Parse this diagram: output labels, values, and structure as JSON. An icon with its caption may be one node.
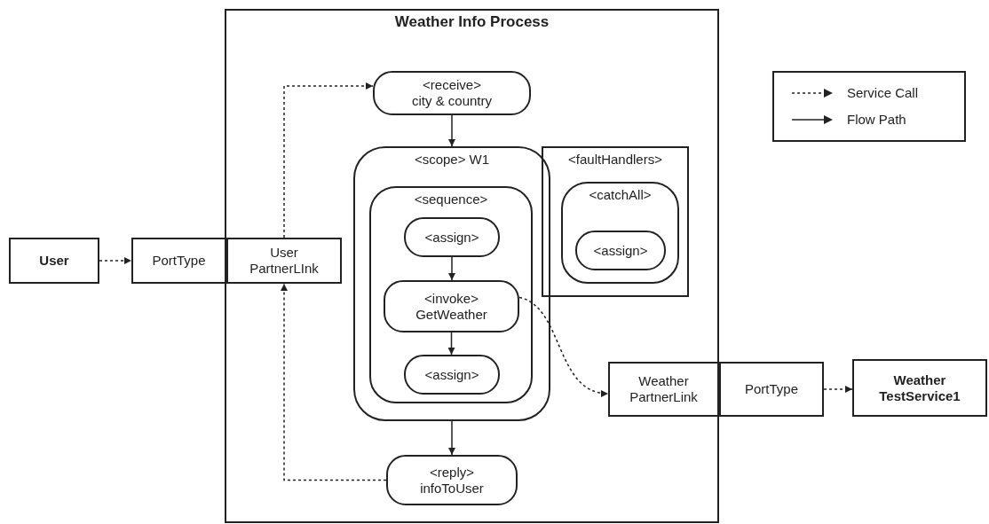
{
  "diagram": {
    "nodes": [
      {
        "text": [
          "Weather Info Process"
        ]
      },
      {
        "text": [
          "<receive>",
          "city & country"
        ],
        "in": 0
      },
      {
        "text": [
          "<scope> W1"
        ],
        "in": 0
      },
      {
        "text": [
          "<sequence>"
        ],
        "in": 2
      },
      {
        "text": [
          "<assign>"
        ],
        "in": 3
      },
      {
        "text": [
          "<invoke>",
          "GetWeather"
        ],
        "in": 3
      },
      {
        "text": [
          "<assign>"
        ],
        "in": 3
      },
      {
        "text": [
          "<faultHandlers>"
        ],
        "in": 0
      },
      {
        "text": [
          "<catchAll>"
        ],
        "in": 7
      },
      {
        "text": [
          "<assign>"
        ],
        "in": 8
      },
      {
        "text": [
          "<reply>",
          "infoToUser"
        ],
        "in": 0
      },
      {
        "text": [
          "User"
        ]
      },
      {
        "text": [
          "PortType"
        ]
      },
      {
        "text": [
          "User PartnerLInk"
        ],
        "in": 0
      },
      {
        "text": [
          "Weather PartnerLink"
        ],
        "in": 0
      },
      {
        "text": [
          "PortType"
        ]
      },
      {
        "text": [
          "Weather TestService1"
        ]
      }
    ],
    "edges": [
      {
        "from": 11,
        "to": 12,
        "arrow": "to",
        "style": "dashed"
      },
      {
        "from": 13,
        "to": 1,
        "arrow": "to",
        "style": "dashed"
      },
      {
        "from": 1,
        "to": 2,
        "arrow": "to"
      },
      {
        "from": 4,
        "to": 5,
        "arrow": "to"
      },
      {
        "from": 5,
        "to": 6,
        "arrow": "to"
      },
      {
        "from": 2,
        "to": 10,
        "arrow": "to"
      },
      {
        "from": 10,
        "to": 13,
        "arrow": "to",
        "style": "dashed"
      },
      {
        "from": 5,
        "to": 14,
        "arrow": "to",
        "style": "dashed"
      },
      {
        "from": 15,
        "to": 16,
        "arrow": "to",
        "style": "dashed"
      }
    ],
    "legend": [
      {
        "text": "Service Call"
      },
      {
        "text": "Flow Path"
      }
    ]
  }
}
